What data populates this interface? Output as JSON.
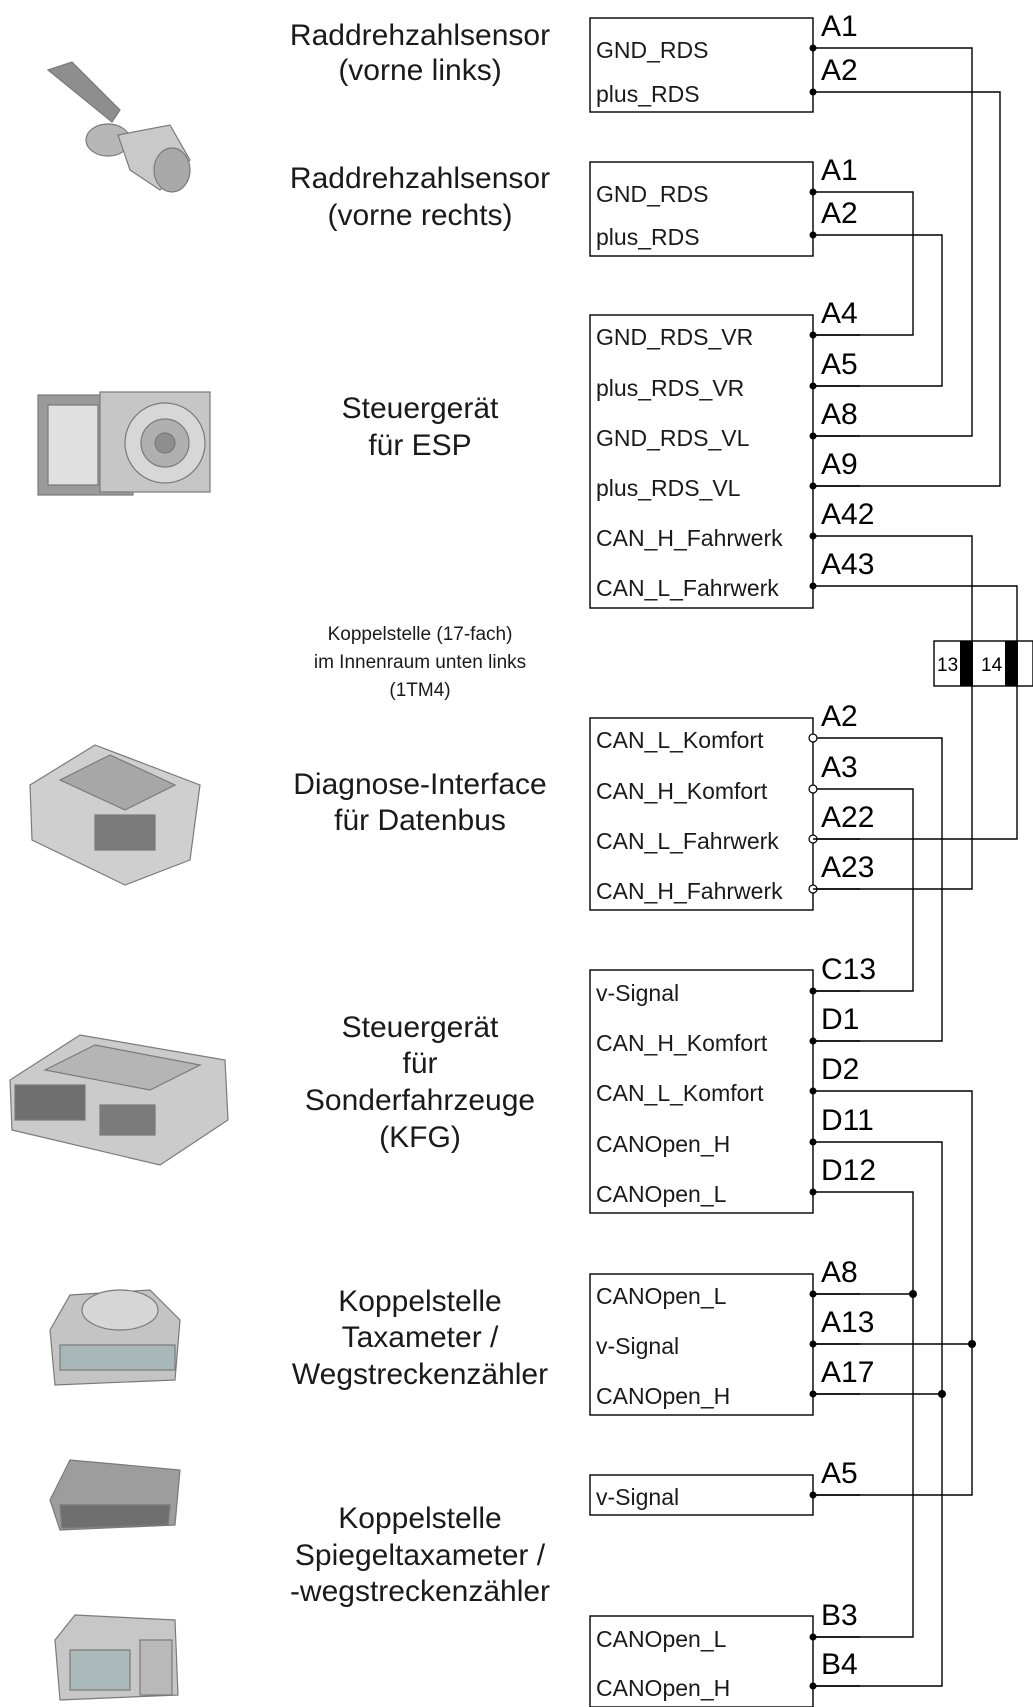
{
  "components": [
    {
      "id": "rds-vl",
      "title": [
        "Raddrehzahlsensor",
        "(vorne links)"
      ],
      "pins": [
        {
          "signal": "GND_RDS",
          "pin": "A1"
        },
        {
          "signal": "plus_RDS",
          "pin": "A2"
        }
      ]
    },
    {
      "id": "rds-vr",
      "title": [
        "Raddrehzahlsensor",
        "(vorne rechts)"
      ],
      "pins": [
        {
          "signal": "GND_RDS",
          "pin": "A1"
        },
        {
          "signal": "plus_RDS",
          "pin": "A2"
        }
      ]
    },
    {
      "id": "esp",
      "title": [
        "Steuergerät",
        "für ESP"
      ],
      "pins": [
        {
          "signal": "GND_RDS_VR",
          "pin": "A4"
        },
        {
          "signal": "plus_RDS_VR",
          "pin": "A5"
        },
        {
          "signal": "GND_RDS_VL",
          "pin": "A8"
        },
        {
          "signal": "plus_RDS_VL",
          "pin": "A9"
        },
        {
          "signal": "CAN_H_Fahrwerk",
          "pin": "A42"
        },
        {
          "signal": "CAN_L_Fahrwerk",
          "pin": "A43"
        }
      ]
    },
    {
      "id": "diag",
      "title": [
        "Diagnose-Interface",
        "für Datenbus"
      ],
      "pins": [
        {
          "signal": "CAN_L_Komfort",
          "pin": "A2"
        },
        {
          "signal": "CAN_H_Komfort",
          "pin": "A3"
        },
        {
          "signal": "CAN_L_Fahrwerk",
          "pin": "A22"
        },
        {
          "signal": "CAN_H_Fahrwerk",
          "pin": "A23"
        }
      ]
    },
    {
      "id": "kfg",
      "title": [
        "Steuergerät",
        "für",
        "Sonderfahrzeuge",
        "(KFG)"
      ],
      "pins": [
        {
          "signal": "v-Signal",
          "pin": "C13"
        },
        {
          "signal": "CAN_H_Komfort",
          "pin": "D1"
        },
        {
          "signal": "CAN_L_Komfort",
          "pin": "D2"
        },
        {
          "signal": "CANOpen_H",
          "pin": "D11"
        },
        {
          "signal": "CANOpen_L",
          "pin": "D12"
        }
      ]
    },
    {
      "id": "taxi",
      "title": [
        "Koppelstelle",
        "Taxameter /",
        "Wegstreckenzähler"
      ],
      "pins": [
        {
          "signal": "CANOpen_L",
          "pin": "A8"
        },
        {
          "signal": "v-Signal",
          "pin": "A13"
        },
        {
          "signal": "CANOpen_H",
          "pin": "A17"
        }
      ]
    },
    {
      "id": "mirror-a",
      "title": [
        "Koppelstelle",
        "Spiegeltaxameter /",
        "-wegstreckenzähler"
      ],
      "pins": [
        {
          "signal": "v-Signal",
          "pin": "A5"
        }
      ]
    },
    {
      "id": "mirror-b",
      "title": [],
      "pins": [
        {
          "signal": "CANOpen_L",
          "pin": "B3"
        },
        {
          "signal": "CANOpen_H",
          "pin": "B4"
        }
      ]
    }
  ],
  "coupling": {
    "label": [
      "Koppelstelle (17-fach)",
      "im Innenraum unten links",
      "(1TM4)"
    ],
    "pins": [
      "13",
      "14"
    ]
  },
  "colors": {
    "line": "#000000",
    "text": "#1a1a1a",
    "part_fill": "#c9c9c9",
    "part_dark": "#8e8e8e"
  }
}
